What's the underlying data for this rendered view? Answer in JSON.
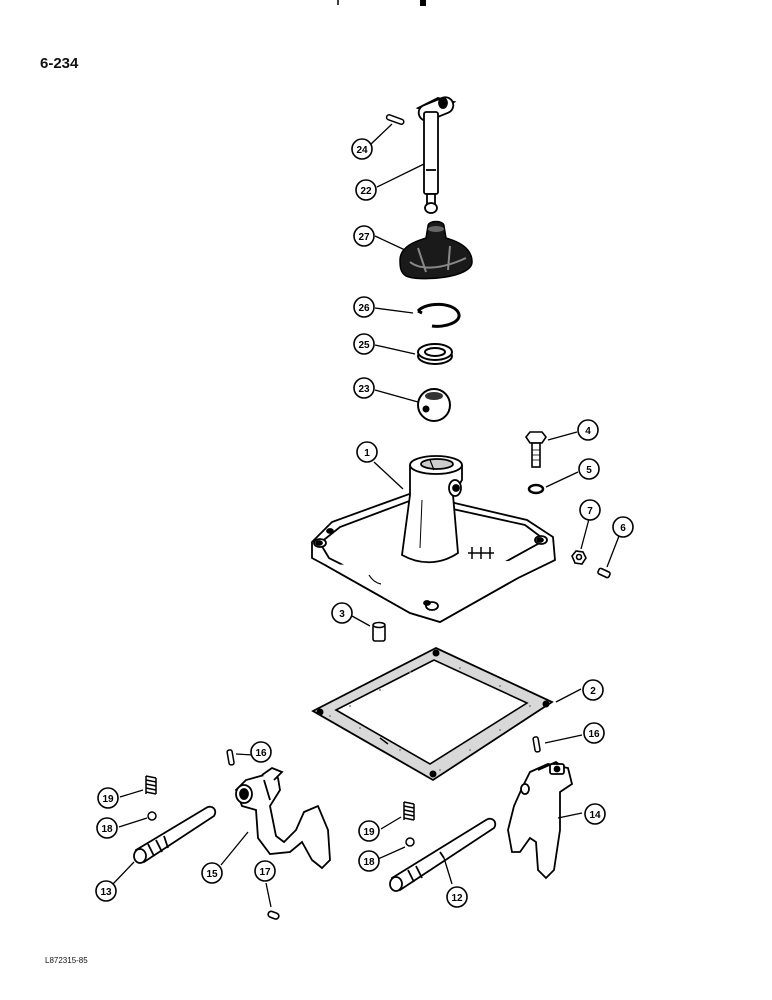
{
  "page_number": "6-234",
  "figure_code": "L872315-85",
  "callouts": [
    {
      "id": "c24",
      "label": "24"
    },
    {
      "id": "c22",
      "label": "22"
    },
    {
      "id": "c27",
      "label": "27"
    },
    {
      "id": "c26",
      "label": "26"
    },
    {
      "id": "c25",
      "label": "25"
    },
    {
      "id": "c23",
      "label": "23"
    },
    {
      "id": "c1",
      "label": "1"
    },
    {
      "id": "c4",
      "label": "4"
    },
    {
      "id": "c5",
      "label": "5"
    },
    {
      "id": "c7",
      "label": "7"
    },
    {
      "id": "c6",
      "label": "6"
    },
    {
      "id": "c3",
      "label": "3"
    },
    {
      "id": "c2",
      "label": "2"
    },
    {
      "id": "c16a",
      "label": "16"
    },
    {
      "id": "c16b",
      "label": "16"
    },
    {
      "id": "c14",
      "label": "14"
    },
    {
      "id": "c19a",
      "label": "19"
    },
    {
      "id": "c18a",
      "label": "18"
    },
    {
      "id": "c13",
      "label": "13"
    },
    {
      "id": "c15",
      "label": "15"
    },
    {
      "id": "c17",
      "label": "17"
    },
    {
      "id": "c19b",
      "label": "19"
    },
    {
      "id": "c18b",
      "label": "18"
    },
    {
      "id": "c12",
      "label": "12"
    }
  ]
}
